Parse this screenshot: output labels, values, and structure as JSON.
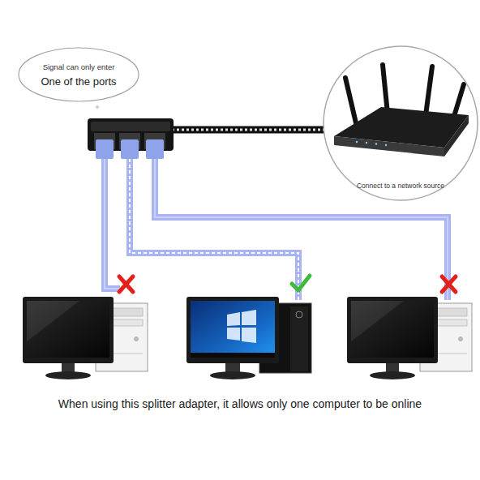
{
  "diagram": {
    "caption": "When using this splitter adapter, it allows only one computer to be online",
    "nodes": [
      {
        "text": [
          "Signal can only enter",
          "One of the ports"
        ]
      },
      {
        "text": [
          "Connect to a network source"
        ]
      }
    ]
  }
}
